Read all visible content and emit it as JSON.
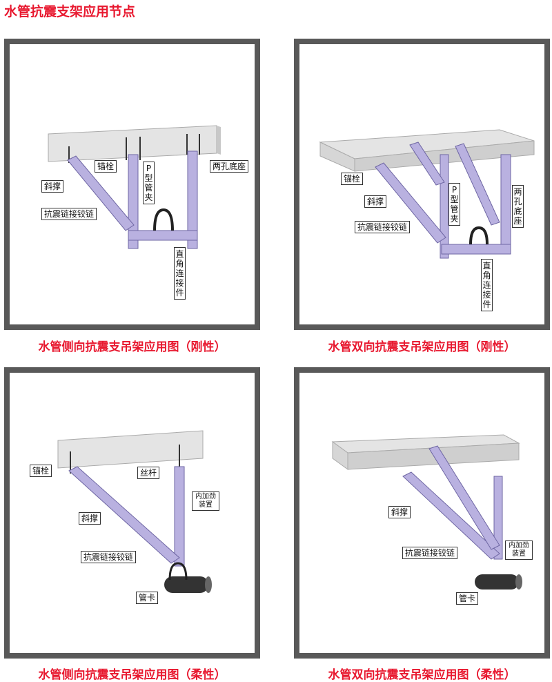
{
  "title": "水管抗震支架应用节点",
  "colors": {
    "title": "#e8182f",
    "frame": "#595959",
    "channel": "#b9b1e0",
    "concrete": "#dedede",
    "pipe": "#333333"
  },
  "panels": [
    {
      "caption": "水管侧向抗震支吊架应用图（刚性）",
      "labels": {
        "anchor": "锚栓",
        "brace": "斜撑",
        "hinge": "抗震链接铰链",
        "clamp": "P型管夹",
        "base": "两孔底座",
        "connector": "直角连接件"
      }
    },
    {
      "caption": "水管双向抗震支吊架应用图（刚性）",
      "labels": {
        "anchor": "锚栓",
        "brace": "斜撑",
        "hinge": "抗震链接铰链",
        "clamp": "P型管夹",
        "base": "两孔底座",
        "connector": "直角连接件"
      }
    },
    {
      "caption": "水管侧向抗震支吊架应用图（柔性）",
      "labels": {
        "anchor": "锚栓",
        "rod": "丝杆",
        "stiffener": "内加劲装置",
        "brace": "斜撑",
        "hinge": "抗震链接铰链",
        "pipe_clamp": "管卡"
      }
    },
    {
      "caption": "水管双向抗震支吊架应用图（柔性）",
      "labels": {
        "brace": "斜撑",
        "stiffener": "内加劲装置",
        "hinge": "抗震链接铰链",
        "pipe_clamp": "管卡"
      }
    }
  ]
}
